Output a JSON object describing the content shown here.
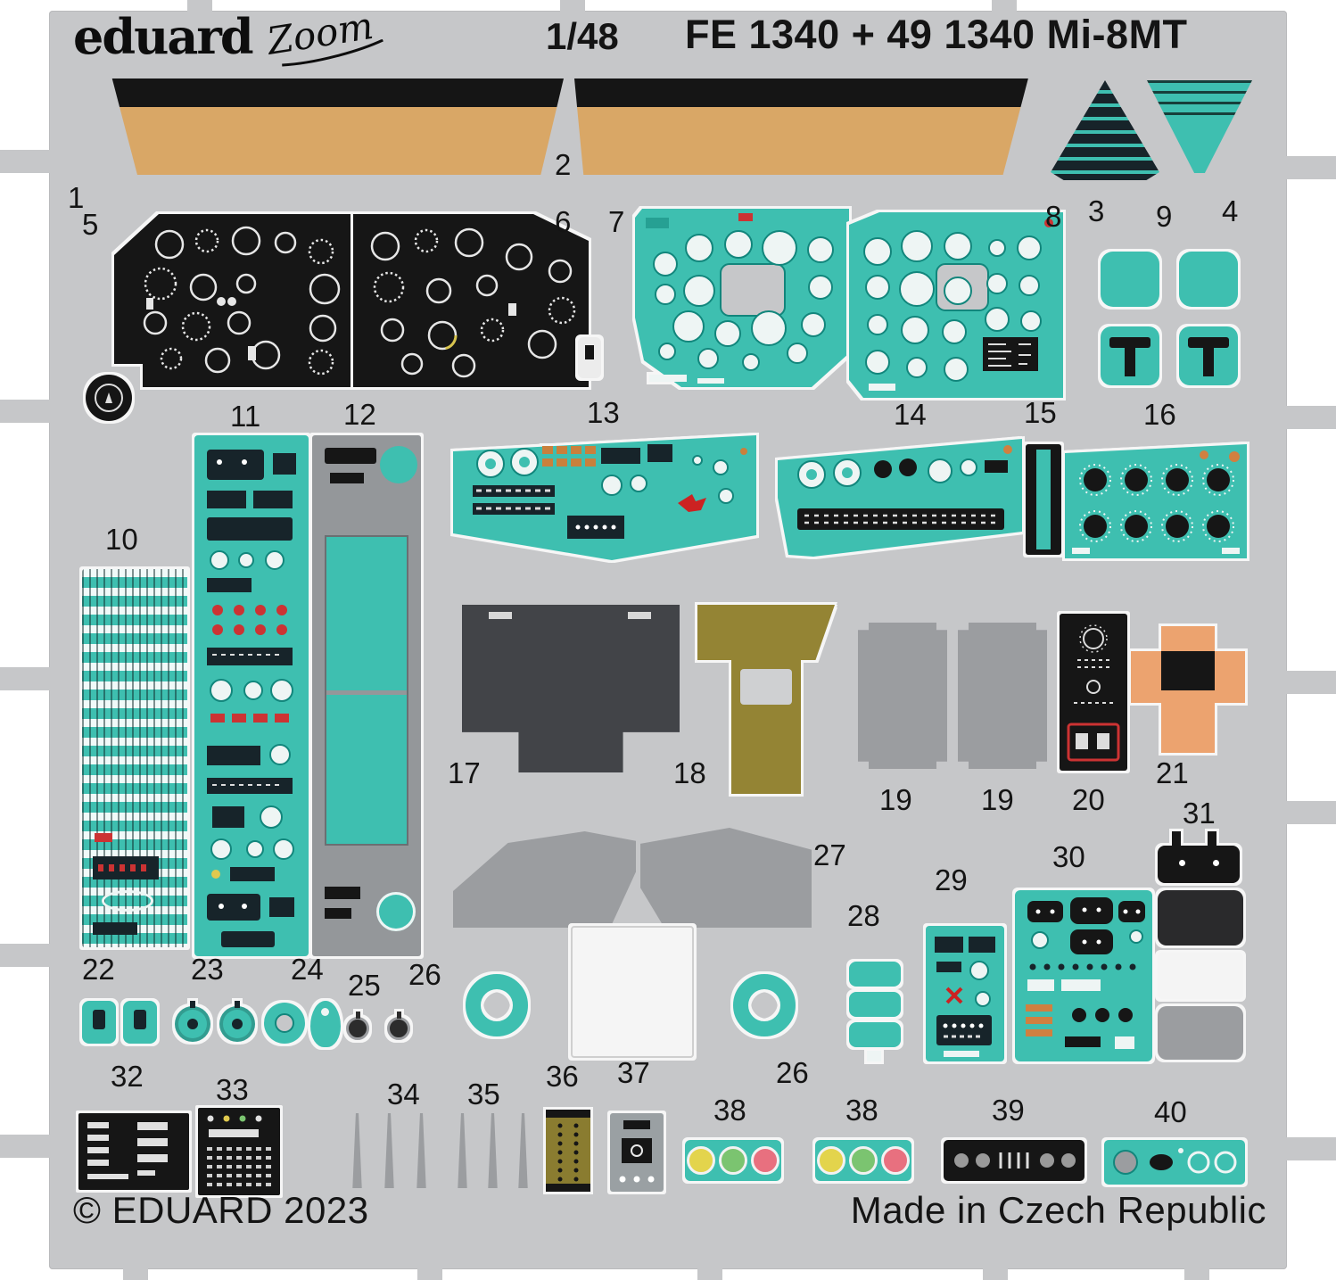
{
  "header": {
    "brand": "eduard",
    "brand_script": "Zoom",
    "scale": "1/48",
    "title": "FE 1340 + 49 1340 Mi-8MT"
  },
  "footer": {
    "copyright": "© EDUARD 2023",
    "made_in": "Made in Czech Republic"
  },
  "labels": [
    "1",
    "5",
    "2",
    "6",
    "7",
    "8",
    "3",
    "9",
    "4",
    "10",
    "11",
    "12",
    "13",
    "14",
    "15",
    "16",
    "17",
    "18",
    "19",
    "19",
    "20",
    "21",
    "27",
    "31",
    "30",
    "29",
    "28",
    "22",
    "23",
    "24",
    "25",
    "26",
    "26",
    "32",
    "33",
    "34",
    "35",
    "36",
    "37",
    "38",
    "38",
    "39",
    "40"
  ],
  "colors": {
    "sheet_grey": "#c6c7c9",
    "teal": "#3ebfb0",
    "teal_ring": "#12867c",
    "tan": "#d9a766",
    "panel_black": "#161616",
    "olive": "#948434",
    "orange": "#eca36f",
    "part_grey": "#9b9da0",
    "signal_yellow": "#e3d44c",
    "signal_green": "#7bc470",
    "signal_red": "#e8707f",
    "accent_red": "#cc3333"
  }
}
